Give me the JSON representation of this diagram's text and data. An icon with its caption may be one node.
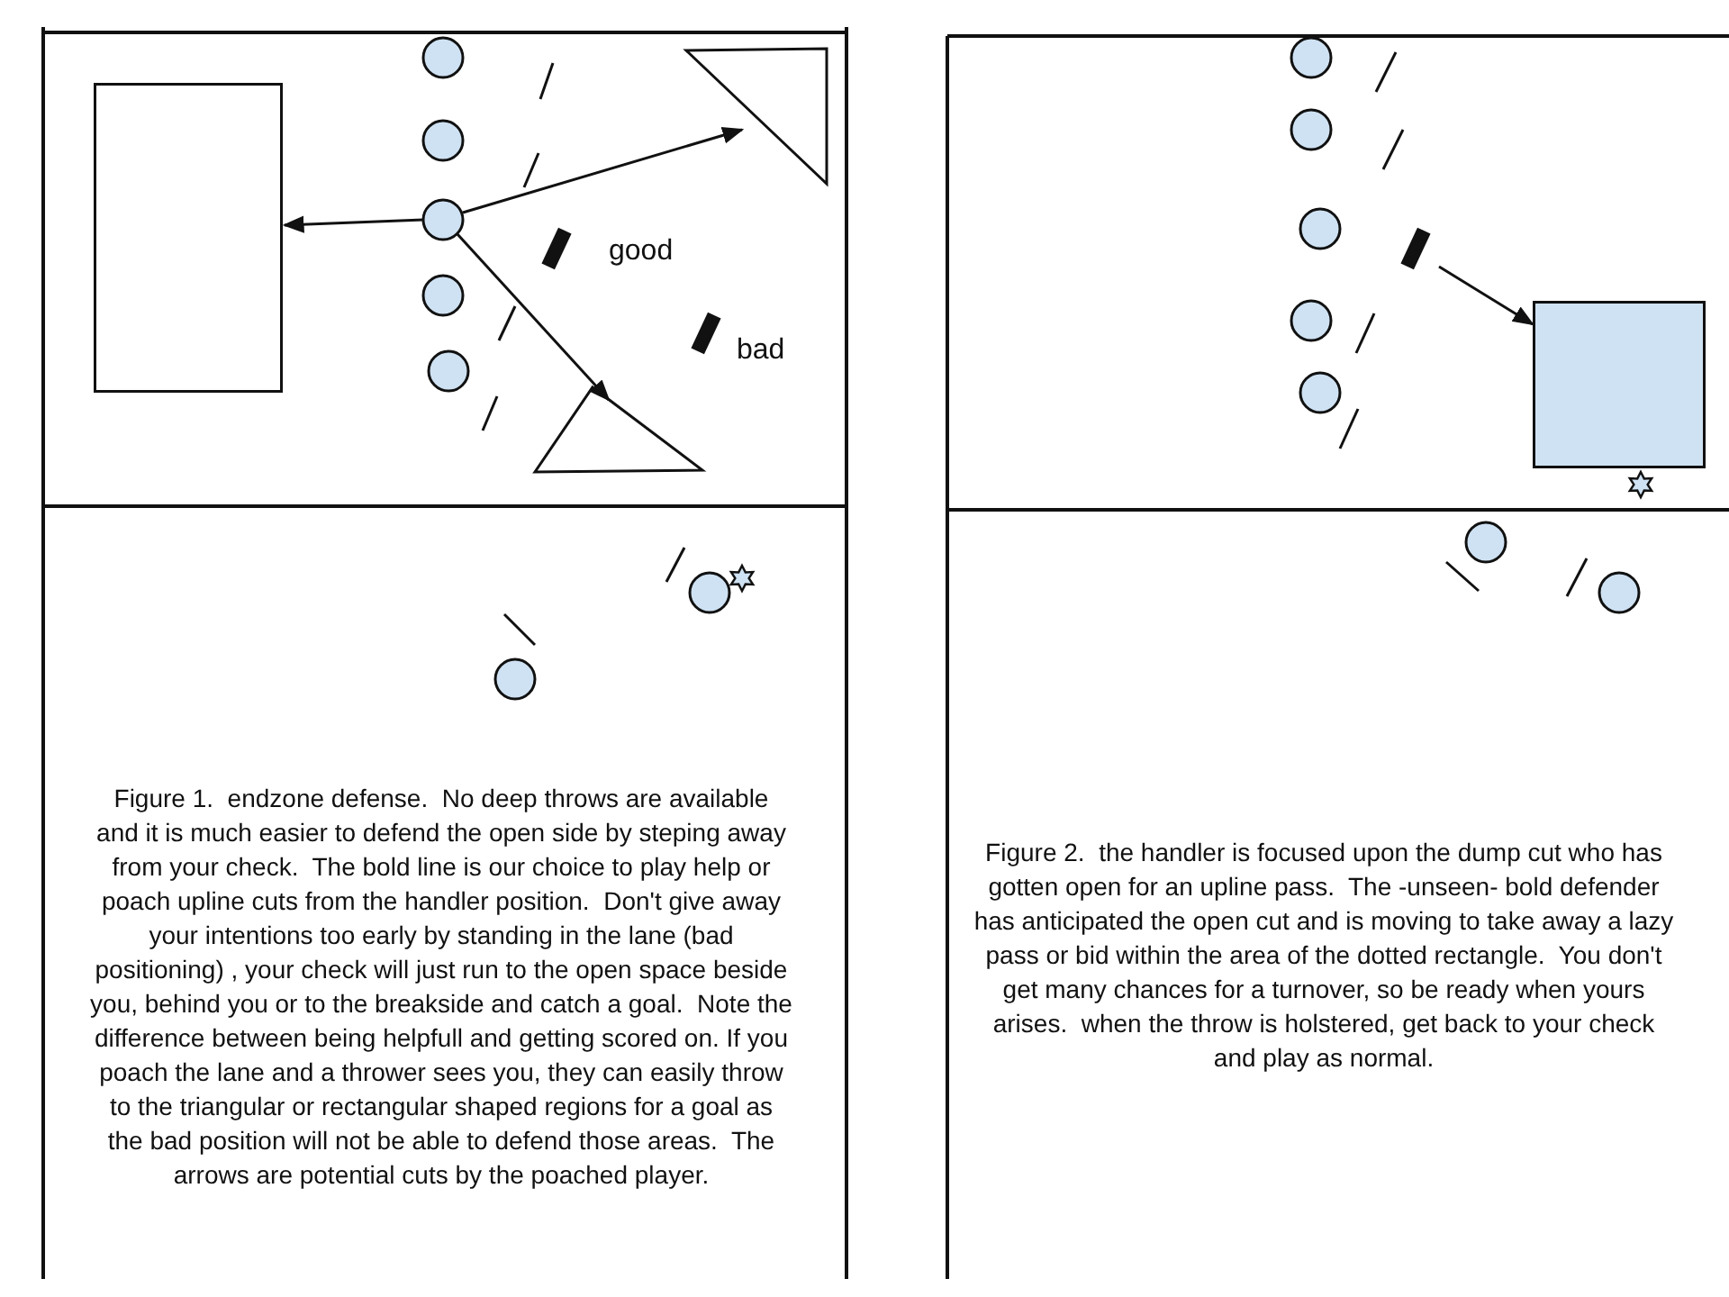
{
  "diagram": {
    "nodes": [
      {
        "text": [],
        "shape": "circle"
      },
      {
        "text": [],
        "shape": "circle"
      },
      {
        "text": [],
        "shape": "circle"
      },
      {
        "text": [],
        "shape": "circle"
      },
      {
        "text": [],
        "shape": "circle"
      },
      {
        "text": [],
        "shape": "box"
      },
      {
        "text": [],
        "shape": "triangle"
      },
      {
        "text": [],
        "shape": "triangle"
      },
      {
        "text": [],
        "shape": "bar",
        "beside": [
          "good"
        ]
      },
      {
        "text": [],
        "shape": "bar",
        "beside": [
          "bad"
        ]
      },
      {
        "text": [],
        "shape": "circle"
      },
      {
        "text": [],
        "shape": "circle"
      },
      {
        "text": [],
        "shape": "circle"
      },
      {
        "text": [],
        "shape": "circle"
      },
      {
        "text": [],
        "shape": "circle"
      },
      {
        "text": [],
        "shape": "circle"
      },
      {
        "text": [],
        "shape": "circle"
      },
      {
        "text": [],
        "shape": "bar"
      },
      {
        "text": [],
        "shape": "box"
      },
      {
        "text": [],
        "shape": "circle"
      },
      {
        "text": [],
        "shape": "circle"
      }
    ],
    "edges": [
      {
        "from": 2,
        "to": 5,
        "arrow": "to"
      },
      {
        "from": 2,
        "to": 6,
        "arrow": "to"
      },
      {
        "from": 2,
        "to": 7,
        "arrow": "to"
      },
      {
        "from": 17,
        "to": 18,
        "arrow": "to"
      }
    ],
    "labels": [
      "Figure 1.  endzone defense.  No deep throws are available and it is much easier to defend the open side by steping away from your check.  The bold line is our choice to play help or poach upline cuts from the handler position.  Don't give away your intentions too early by standing in the lane (bad positioning) , your check will just run to the open space beside you, behind you or to the breakside and catch a goal.  Note the difference between being helpfull and getting scored on. If you poach the lane and a thrower sees you, they can easily throw to the triangular or rectangular shaped regions for a goal as the bad position will not be able to defend those areas.  The arrows are potential cuts by the poached player.",
      "Figure 2.  the handler is focused upon the dump cut who has gotten open for an upline pass.  The -unseen- bold defender has anticipated the open cut and is moving to take away a lazy pass or bid within the area of the dotted rectangle.  You don't get many chances for a turnover, so be ready when yours arises.  when the throw is holstered, get back to your check and play as normal."
    ]
  }
}
